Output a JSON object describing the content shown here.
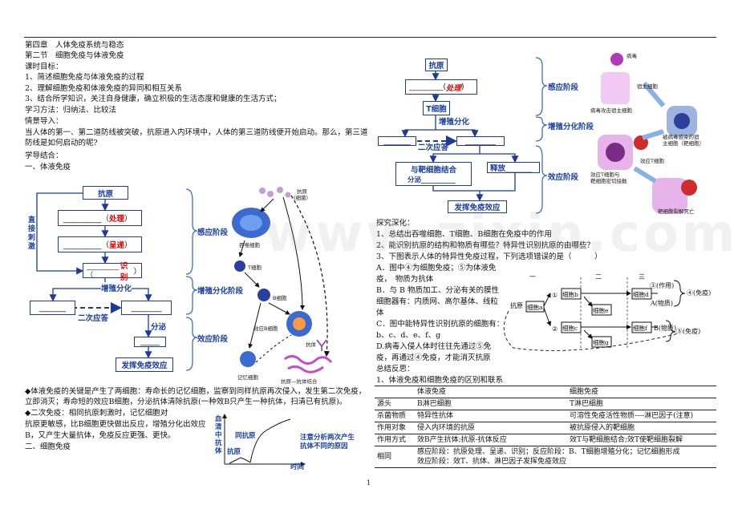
{
  "left": {
    "chapter": "第四章　人体免疫系统与稳态",
    "section": "第二节　细胞免疫与体液免疫",
    "goals_title": "课时目标：",
    "goals": [
      "1、简述细胞免疫与体液免疫的过程",
      "2、理解细胞免疫和体液免疫的异同和相互关系",
      "3、结合所学知识，关注自身健康，确立积极的生活态度和健康的生活方式；"
    ],
    "methods": "学习方法：归纳法、比较法",
    "intro_title": "情景导入：",
    "intro_l1": "当人体的第一、第二道防线被突破，抗原进入内环境中，人体的第三道防线便开始启动。那么，第三道",
    "intro_l2": "防线是如何启动的呢?",
    "study": "学导结合：",
    "sub1": "一、体液免疫",
    "diagram": {
      "antigen": "抗原",
      "direct": "直接刺激",
      "blank1": "__________（",
      "fill1": "处理",
      "blank2": "__________（",
      "fill2": "呈递",
      "blank3": "__________（",
      "fill3": "识别",
      "close": "）",
      "prolif": "增殖分化",
      "second": "二次应答",
      "secrete": "分泌",
      "effect": "发挥免疫效应",
      "stage1": "感应阶段",
      "stage2": "增殖分化阶段",
      "stage3": "效应阶段",
      "pic_antigen": "抗原",
      "pic_bacteria": "(细菌)",
      "pic_mac": "吞噬细胞",
      "pic_t": "T细胞",
      "pic_b": "B细胞",
      "pic_plasma": "效应B细胞",
      "pic_antibody": "抗体",
      "pic_memory": "记忆细胞",
      "pic_complex": "抗原—抗体结合"
    },
    "key1": "◆体液免疫的关键是产生了两细胞：寿命长的记忆细胞，监察到同样抗原再次侵入，发生第二次免疫，",
    "key2": "立即消灭；寿命短的效应B细胞，分泌抗体清除抗原(一种效B只产生一种抗体，扫清已有抗原)。",
    "sec1": "◆二次免疫：相同抗原刺激时，记忆细胞对",
    "sec2": "抗原更敏感，比B细胞更快做出反应，增殖分化出效应",
    "sec3": "B，又产生大量抗体，免疫反应更强、更快。",
    "graph": {
      "ylabel": "血清中抗体",
      "xlabel": "时间",
      "a1": "抗原",
      "a2": "同抗原",
      "note1": "注意分析两次产生",
      "note2": "抗体不同的原因"
    },
    "sub2": "二、细胞免疫"
  },
  "right": {
    "flow": {
      "antigen": "抗原",
      "blank": "__________(",
      "fill": "处理",
      "close": ")",
      "tcell": "T细胞",
      "prolif": "增殖分化",
      "second": "二次应答",
      "bind1": "与靶细胞结合",
      "bind2": "分泌__________",
      "release": "释放_______",
      "effect": "发挥免疫效应",
      "stage1": "感应阶段",
      "stage2": "增殖分化阶段",
      "stage3": "效应阶段",
      "pic_virus": "病毒",
      "pic_host": "宿主细胞",
      "pic_attack": "病毒攻击宿主细胞",
      "pic_infected1": "被病毒感染的宿",
      "pic_infected2": "主细胞（靶细胞）",
      "pic_effT1": "效应T细胞与",
      "pic_effT2": "靶细胞密切接触",
      "pic_effT": "效应T细胞",
      "pic_lysis": "靶细胞裂解死亡"
    },
    "deep_title": "探究深化：",
    "q1": "1、总结出吞噬细胞、T细胞、B细胞在免疫中的作用",
    "q2": "2、能识别抗原的结构和物质有哪些？特异性识别抗原的由哪些？",
    "q3": "3、下图表示人体的特异性免疫过程，下列选项错误的是（　　　）",
    "optA1": "A．图中④为细胞免疫；⑤为体液免",
    "optA2": "疫，　物质为抗体",
    "optB1": "B．与 B 物质加工、分泌有关的膜性",
    "optB2": "细胞器有：内质网、高尔基体、线粒",
    "optB3": "体",
    "optC1": "C．图中能特异性识别抗原的细胞有：",
    "optC2": "b、c、d、e、f、g",
    "optD1": "D.病毒入侵人体时往往先通过⑤免",
    "optD2": "疫，再通过④免疫，才能消灭抗原",
    "summary": "总结反思：",
    "s1": "1、体液免疫和细胞免疫的区别和联系",
    "fig": {
      "n1": "一",
      "n2": "二",
      "n3": "三",
      "antigen": "抗原",
      "cell_a": "细胞a",
      "c1": "①",
      "c2": "②",
      "cell_b": "细胞b",
      "cell_c": "细胞c",
      "cell_d": "细胞d",
      "cell_e": "细胞e",
      "cell_f": "细胞f",
      "cell_g": "细胞g",
      "act": "③(作用)",
      "substA": "A(物质)",
      "substB": "B(物质)",
      "im4": "④(免疫)",
      "im5": "⑤(免疫)"
    },
    "table": {
      "headers": [
        "",
        "体液免疫",
        "细胞免疫"
      ],
      "rows": [
        [
          "源头",
          "B淋巴细胞",
          "T淋巴细胞"
        ],
        [
          "杀菌物质",
          "特异性抗体",
          "可溶性免疫活性物质----淋巴因子(注意)"
        ],
        [
          "作用对象",
          "侵入内环境的抗原",
          "被抗原侵入的靶细胞"
        ],
        [
          "作用方式",
          "效B产生抗体;抗原-抗体反应",
          "效T与靶细胞结合;效T使靶细胞裂解"
        ]
      ],
      "same_label": "相同",
      "same1": "感应阶段：抗原处理、呈递、识别；反应阶段：B、T细胞增殖分化；记忆细胞形成",
      "same2": "效应阶段：效T、抗体、淋巴因子发挥免疫效应"
    },
    "page": "1"
  },
  "watermark": "www.zixin.com.cn",
  "colors": {
    "accent": "#1a3fa0",
    "red": "#e00000",
    "bracket": "#3a6ec8"
  }
}
